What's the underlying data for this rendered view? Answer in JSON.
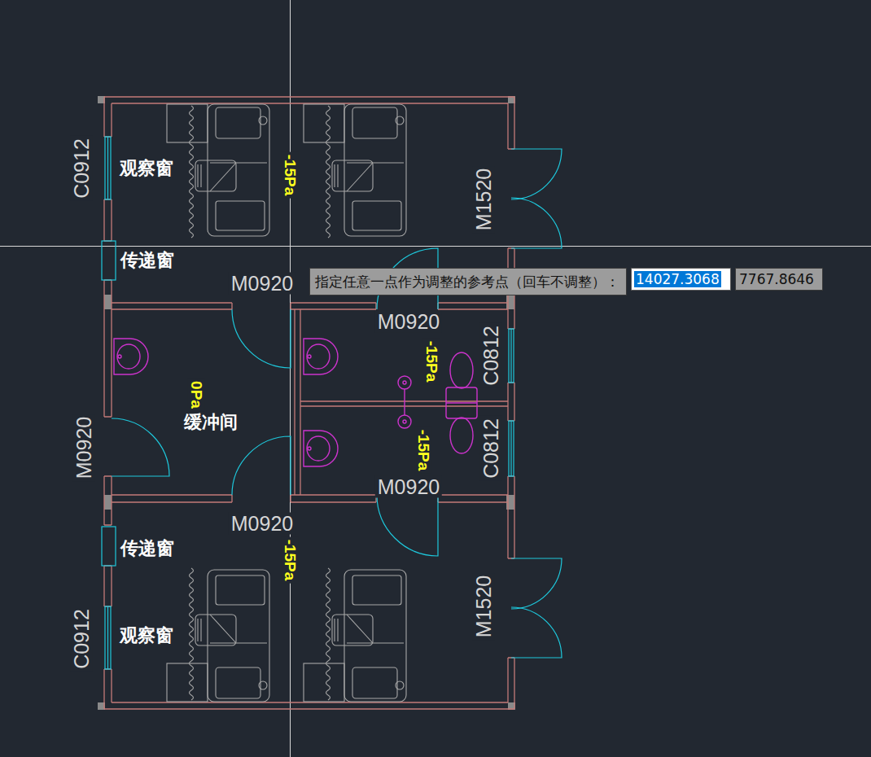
{
  "diagram": {
    "nodes": [
      {
        "text": [
          "指定任意一点作为调整的参考点（回车不调整）："
        ]
      },
      {
        "text": [
          "14027.3068"
        ]
      },
      {
        "text": [
          "7767.8646"
        ]
      }
    ],
    "labels": [
      "C0912",
      "观察窗",
      "-15Pa",
      "M1520",
      "传递窗",
      "M0920",
      "M0920",
      "-15Pa",
      "C0812",
      "0Pa",
      "缓冲间",
      "-15Pa",
      "C0812",
      "M0920",
      "M0920",
      "M0920",
      "-15Pa",
      "传递窗",
      "M1520",
      "C0912",
      "观察窗"
    ]
  }
}
